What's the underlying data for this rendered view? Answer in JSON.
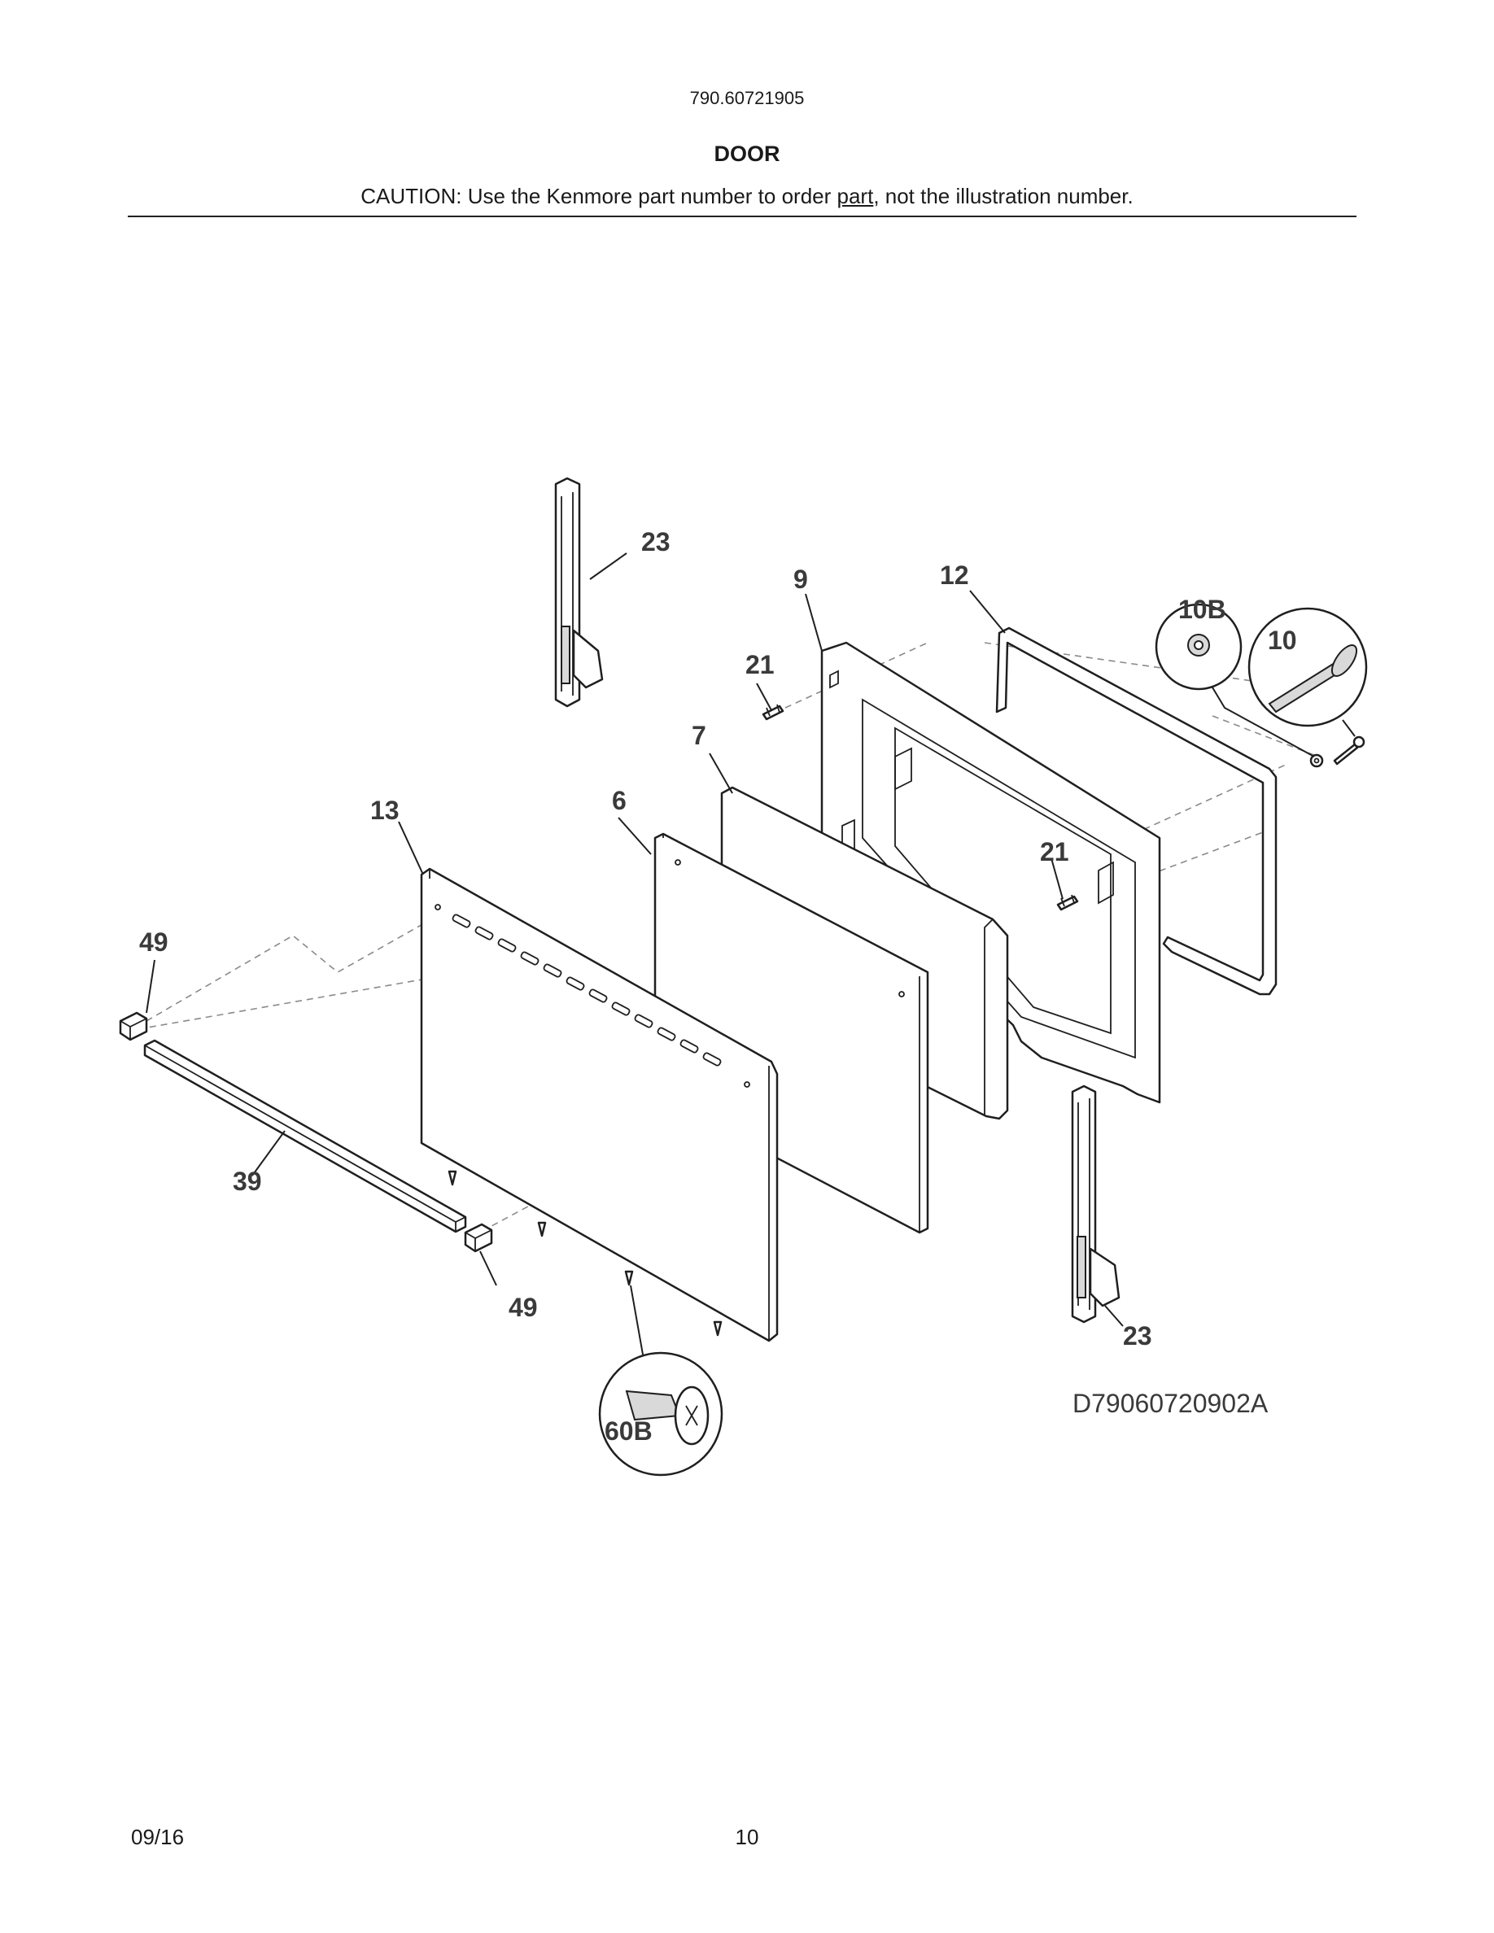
{
  "header": {
    "model_number": "790.60721905",
    "section_title": "DOOR",
    "caution_prefix": "CAUTION: Use the Kenmore part number to order ",
    "caution_link": "part",
    "caution_suffix": ", not the illustration number."
  },
  "diagram": {
    "drawing_number": "D79060720902A",
    "callouts": {
      "hinge_top": "23",
      "hinge_bottom": "23",
      "inner_door": "9",
      "gasket": "12",
      "washer": "10B",
      "bolt": "10",
      "clip_top": "21",
      "clip_mid": "21",
      "insulation": "7",
      "glass": "6",
      "outer_panel": "13",
      "end_cap_left": "49",
      "end_cap_right": "49",
      "trim_strip": "39",
      "screw": "60B"
    }
  },
  "footer": {
    "date": "09/16",
    "page_number": "10"
  }
}
